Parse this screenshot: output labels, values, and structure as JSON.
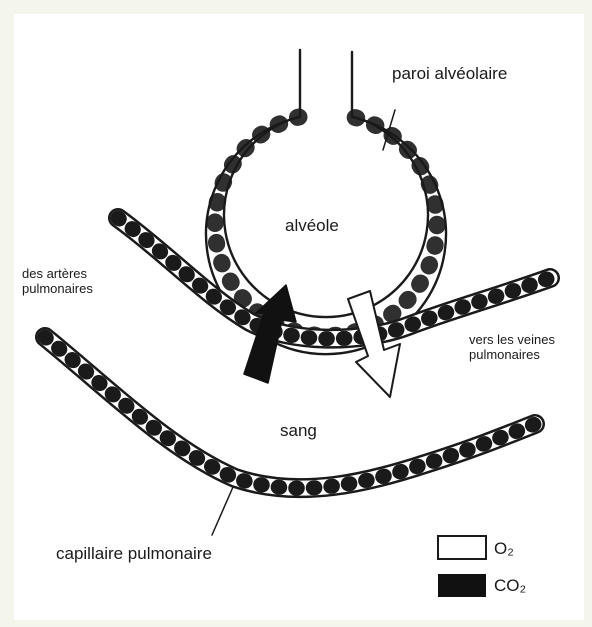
{
  "labels": {
    "alveolar_wall": "paroi alvéolaire",
    "alveolus": "alvéole",
    "from_arteries": "des artères\npulmonaires",
    "to_veins": "vers les veines\npulmonaires",
    "blood": "sang",
    "capillary": "capillaire pulmonaire"
  },
  "legend": [
    {
      "label": "O₂",
      "swatch": "white"
    },
    {
      "label": "CO₂",
      "swatch": "black"
    }
  ],
  "colors": {
    "background": "#f4f6ec",
    "ink": "#1a1a1a",
    "o2_arrow": "#ffffff",
    "co2_arrow": "#111111"
  }
}
